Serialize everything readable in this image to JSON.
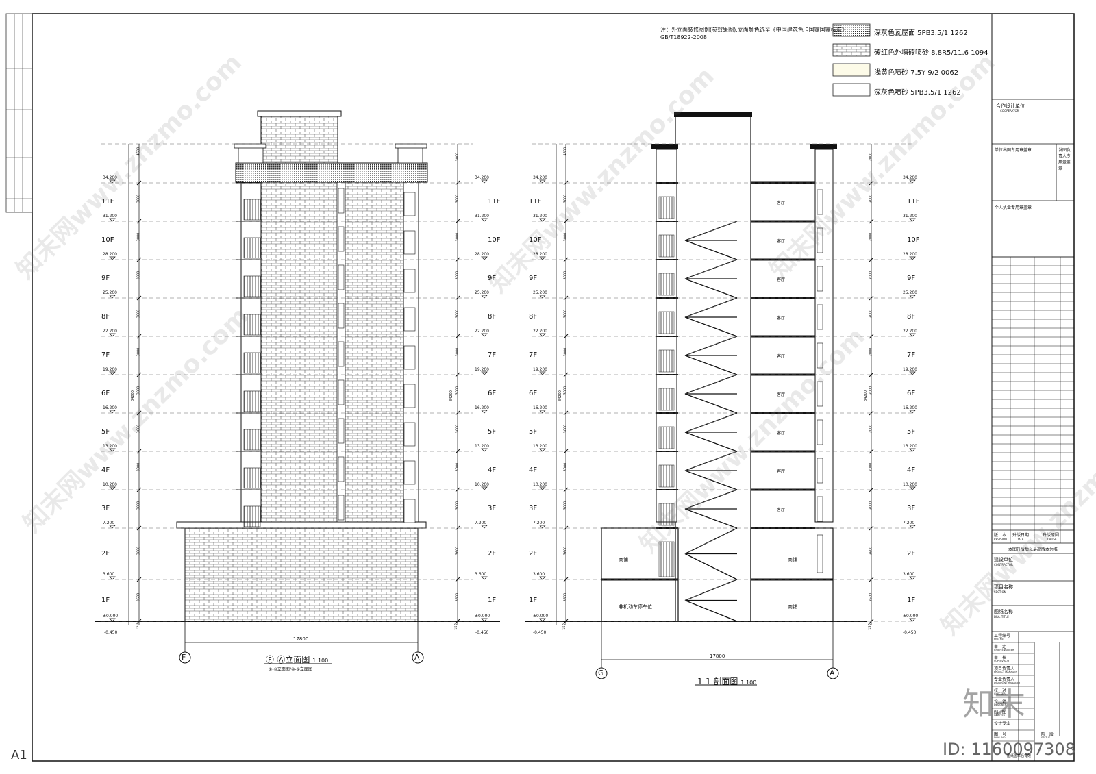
{
  "sheet": {
    "size_label": "A1",
    "id_label": "ID: 1160097308",
    "brand_logo": "知末",
    "watermark": "知末网www.znzmo.com"
  },
  "legend": {
    "note": "注：外立面装修图例(参效果图),立面颜色选至《中国建筑色卡国家国家标准》",
    "note_std": "GB/T18922-2008",
    "items": [
      {
        "label": "深灰色瓦屋面  5PB3.5/1  1262",
        "swatch": "dots"
      },
      {
        "label": "砖红色外墙砖喷砂  8.8R5/11.6  1094",
        "swatch": "brick"
      },
      {
        "label": "浅黄色喷砂  7.5Y 9/2  0062",
        "swatch": "plain-yellow"
      },
      {
        "label": "深灰色喷砂  5PB3.5/1  1262",
        "swatch": "plain"
      }
    ]
  },
  "levels": [
    {
      "elev": "±0.000",
      "floor": "1F"
    },
    {
      "elev": "3.600",
      "floor": "2F"
    },
    {
      "elev": "7.200",
      "floor": "3F"
    },
    {
      "elev": "10.200",
      "floor": "4F"
    },
    {
      "elev": "13.200",
      "floor": "5F"
    },
    {
      "elev": "16.200",
      "floor": "6F"
    },
    {
      "elev": "19.200",
      "floor": "7F"
    },
    {
      "elev": "22.200",
      "floor": "8F"
    },
    {
      "elev": "25.200",
      "floor": "9F"
    },
    {
      "elev": "28.200",
      "floor": "10F"
    },
    {
      "elev": "31.200",
      "floor": "11F"
    },
    {
      "elev": "34.200",
      "floor": ""
    }
  ],
  "dims": {
    "floor_heights": [
      "3600",
      "3600",
      "3000",
      "3000",
      "3000",
      "3000",
      "3000",
      "3000",
      "3000",
      "3000",
      "3000"
    ],
    "total_height": "34200",
    "roof_height": "4500",
    "parapet_height": "3000",
    "base_offset": "150",
    "minus_level": "-0.450",
    "width": "17800"
  },
  "elevation": {
    "title": "Ⓕ-Ⓐ立面图",
    "scale": "1:100",
    "subtitle": "①-⑩立面图/⑩-①立面图",
    "axis_left": "F",
    "axis_right": "A"
  },
  "section": {
    "title": "1-1 剖面图",
    "scale": "1:100",
    "axis_left": "G",
    "axis_right": "A",
    "room_upper": "客厅",
    "room_shop": "商铺",
    "room_parking": "非机动车停车位"
  },
  "titleblock": {
    "cooperator": "合作设计单位",
    "cooperator_en": "COOPERATOR",
    "seal_unit": "单位出图专用章盖章",
    "seal_issuer": "发图负责人专用章盖章",
    "seal_personal": "个人执业专用章盖章",
    "rev_label": "版　本",
    "rev_en": "REVISION",
    "rev_date": "升版日期",
    "rev_date_en": "DATE",
    "rev_cause": "升版原因",
    "rev_cause_en": "CAUSE",
    "rev_note": "本图升版后以最高版本为准",
    "client": "建设单位",
    "client_en": "CONTRACTOR",
    "project": "项目名称",
    "project_en": "SECTION",
    "drawing": "图纸名称",
    "drawing_en": "DRA. TITLE",
    "proj_no": "工程编号",
    "proj_no_en": "Proj. No",
    "review": "审　定",
    "review_en": "CHIEF ENGINEER",
    "check": "审　核",
    "check_en": "SUPERVISOR",
    "pm": "项目负责人",
    "pm_en": "PROJECT MANAGER",
    "dm": "专业负责人",
    "dm_en": "DISCIPLINE MANAGER",
    "proof": "校　对",
    "proof_en": "CHECKER",
    "design": "设　计",
    "design_en": "DESIGNER",
    "draw": "制　图",
    "draw_en": "DRAFTER",
    "discipline": "设计专业",
    "stage": "阶　段",
    "stage_en": "STATUS",
    "dwg_no": "图　号",
    "dwg_no_en": "DWG. NO.",
    "footer": "图纸盖章后有效"
  }
}
